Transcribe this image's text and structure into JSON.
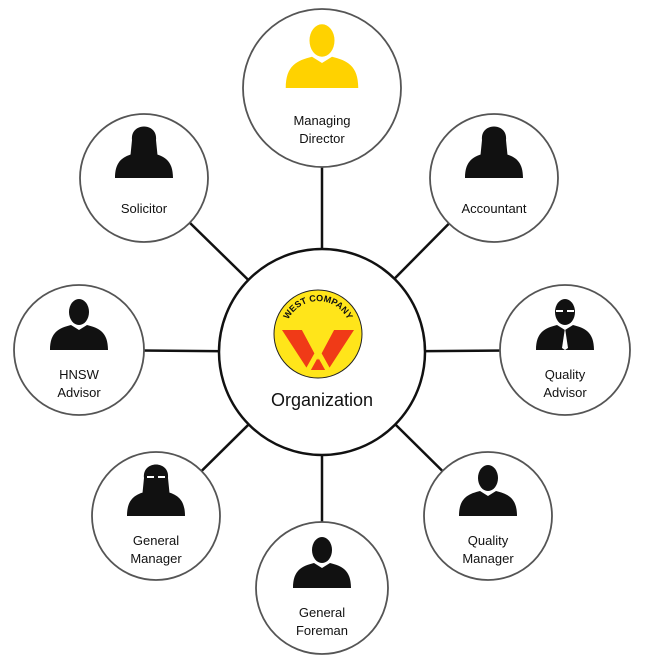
{
  "center": {
    "label": "Organization",
    "logo_text": "WEST COMPANY"
  },
  "colors": {
    "accent": "#FFD200",
    "logo_red": "#F03A17",
    "ring": "#555555",
    "line": "#111111"
  },
  "nodes": [
    {
      "line1": "Managing",
      "line2": "Director",
      "icon": "person-male-icon",
      "highlight": true
    },
    {
      "line1": "Accountant",
      "line2": "",
      "icon": "person-female-icon"
    },
    {
      "line1": "Quality",
      "line2": "Advisor",
      "icon": "person-glasses-tie-icon"
    },
    {
      "line1": "Quality",
      "line2": "Manager",
      "icon": "person-male-icon"
    },
    {
      "line1": "General",
      "line2": "Foreman",
      "icon": "person-male-icon"
    },
    {
      "line1": "General",
      "line2": "Manager",
      "icon": "person-female-glasses-icon"
    },
    {
      "line1": "HNSW",
      "line2": "Advisor",
      "icon": "person-bearded-icon"
    },
    {
      "line1": "Solicitor",
      "line2": "",
      "icon": "person-female-icon"
    }
  ]
}
